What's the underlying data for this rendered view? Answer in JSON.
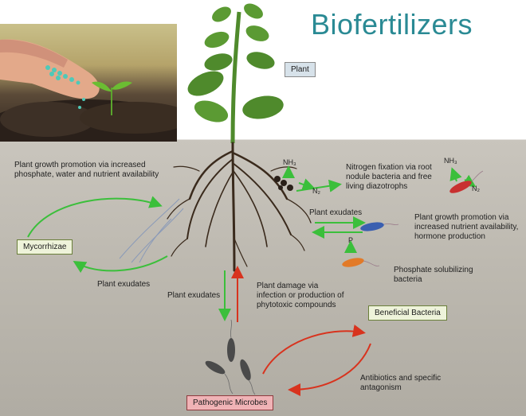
{
  "title": "Biofertilizers",
  "boxes": {
    "plant": "Plant",
    "mycorrhizae": "Mycorrhizae",
    "beneficial_bacteria": "Beneficial Bacteria",
    "pathogenic_microbes": "Pathogenic Microbes"
  },
  "labels": {
    "plant_growth_phosphate": "Plant growth promotion via increased\nphosphate, water and nutrient availability",
    "nitrogen_fixation": "Nitrogen fixation via root\nnodule bacteria and free\nliving diazotrophs",
    "plant_exudates_bacteria": "Plant exudates",
    "plant_growth_nutrient": "Plant growth promotion via\nincreased nutrient availability,\nhormone production",
    "phosphate_solubilizing": "Phosphate solubilizing\nbacteria",
    "plant_exudates_myco": "Plant exudates",
    "plant_exudates_pathogen": "Plant exudates",
    "plant_damage": "Plant damage via\ninfection or production of\nphytotoxic compounds",
    "antibiotics": "Antibiotics and specific\nantagonism"
  },
  "chemistry": {
    "nh3_root": "NH₃",
    "n2_root": "N₂",
    "nh3_bacteria": "NH₃",
    "n2_bacteria": "N₂",
    "p_label": "P"
  },
  "colors": {
    "title": "#2a8a94",
    "green_arrow": "#3bbf3b",
    "red_arrow": "#d8331e",
    "plant_leaf": "#4f8a2c",
    "root": "#3a2a1c"
  }
}
